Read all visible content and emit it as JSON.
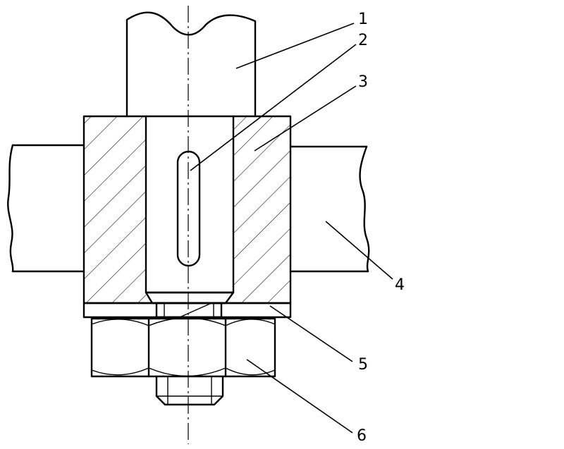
{
  "callouts": [
    {
      "id": "1",
      "text": "1"
    },
    {
      "id": "2",
      "text": "2"
    },
    {
      "id": "3",
      "text": "3"
    },
    {
      "id": "4",
      "text": "4"
    },
    {
      "id": "5",
      "text": "5"
    },
    {
      "id": "6",
      "text": "6"
    }
  ]
}
